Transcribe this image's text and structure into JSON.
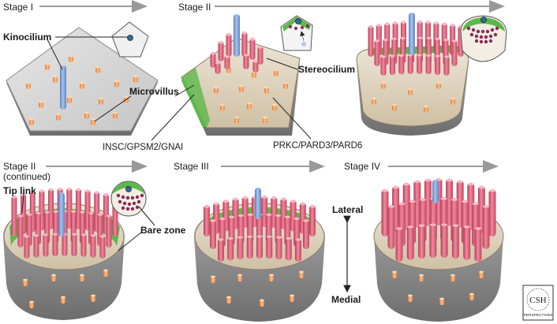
{
  "stages": {
    "s1": "Stage I",
    "s2": "Stage II",
    "s2c_line1": "Stage II",
    "s2c_line2": "(continued)",
    "s3": "Stage III",
    "s4": "Stage IV"
  },
  "labels": {
    "kinocilium": "Kinocilium",
    "microvillus": "Microvillus",
    "stereocilium": "Stereocilium",
    "insc": "INSC/GPSM2/GNAI",
    "prkc": "PRKC/PARD3/PARD6",
    "tip_link": "Tip link",
    "bare_zone": "Bare zone",
    "lateral": "Lateral",
    "medial": "Medial"
  },
  "logo": {
    "line1": "CSH",
    "line2": "PERSPECTIVES"
  },
  "colors": {
    "kinocilium": "#7a9fd4",
    "stereocilium": "#d9586e",
    "microvillus": "#f2a063",
    "polarity_green": "#5cb84a",
    "apical_surface": "#e0d3bd",
    "cell_side": "#8e8e8e",
    "arrow": "#999999"
  }
}
